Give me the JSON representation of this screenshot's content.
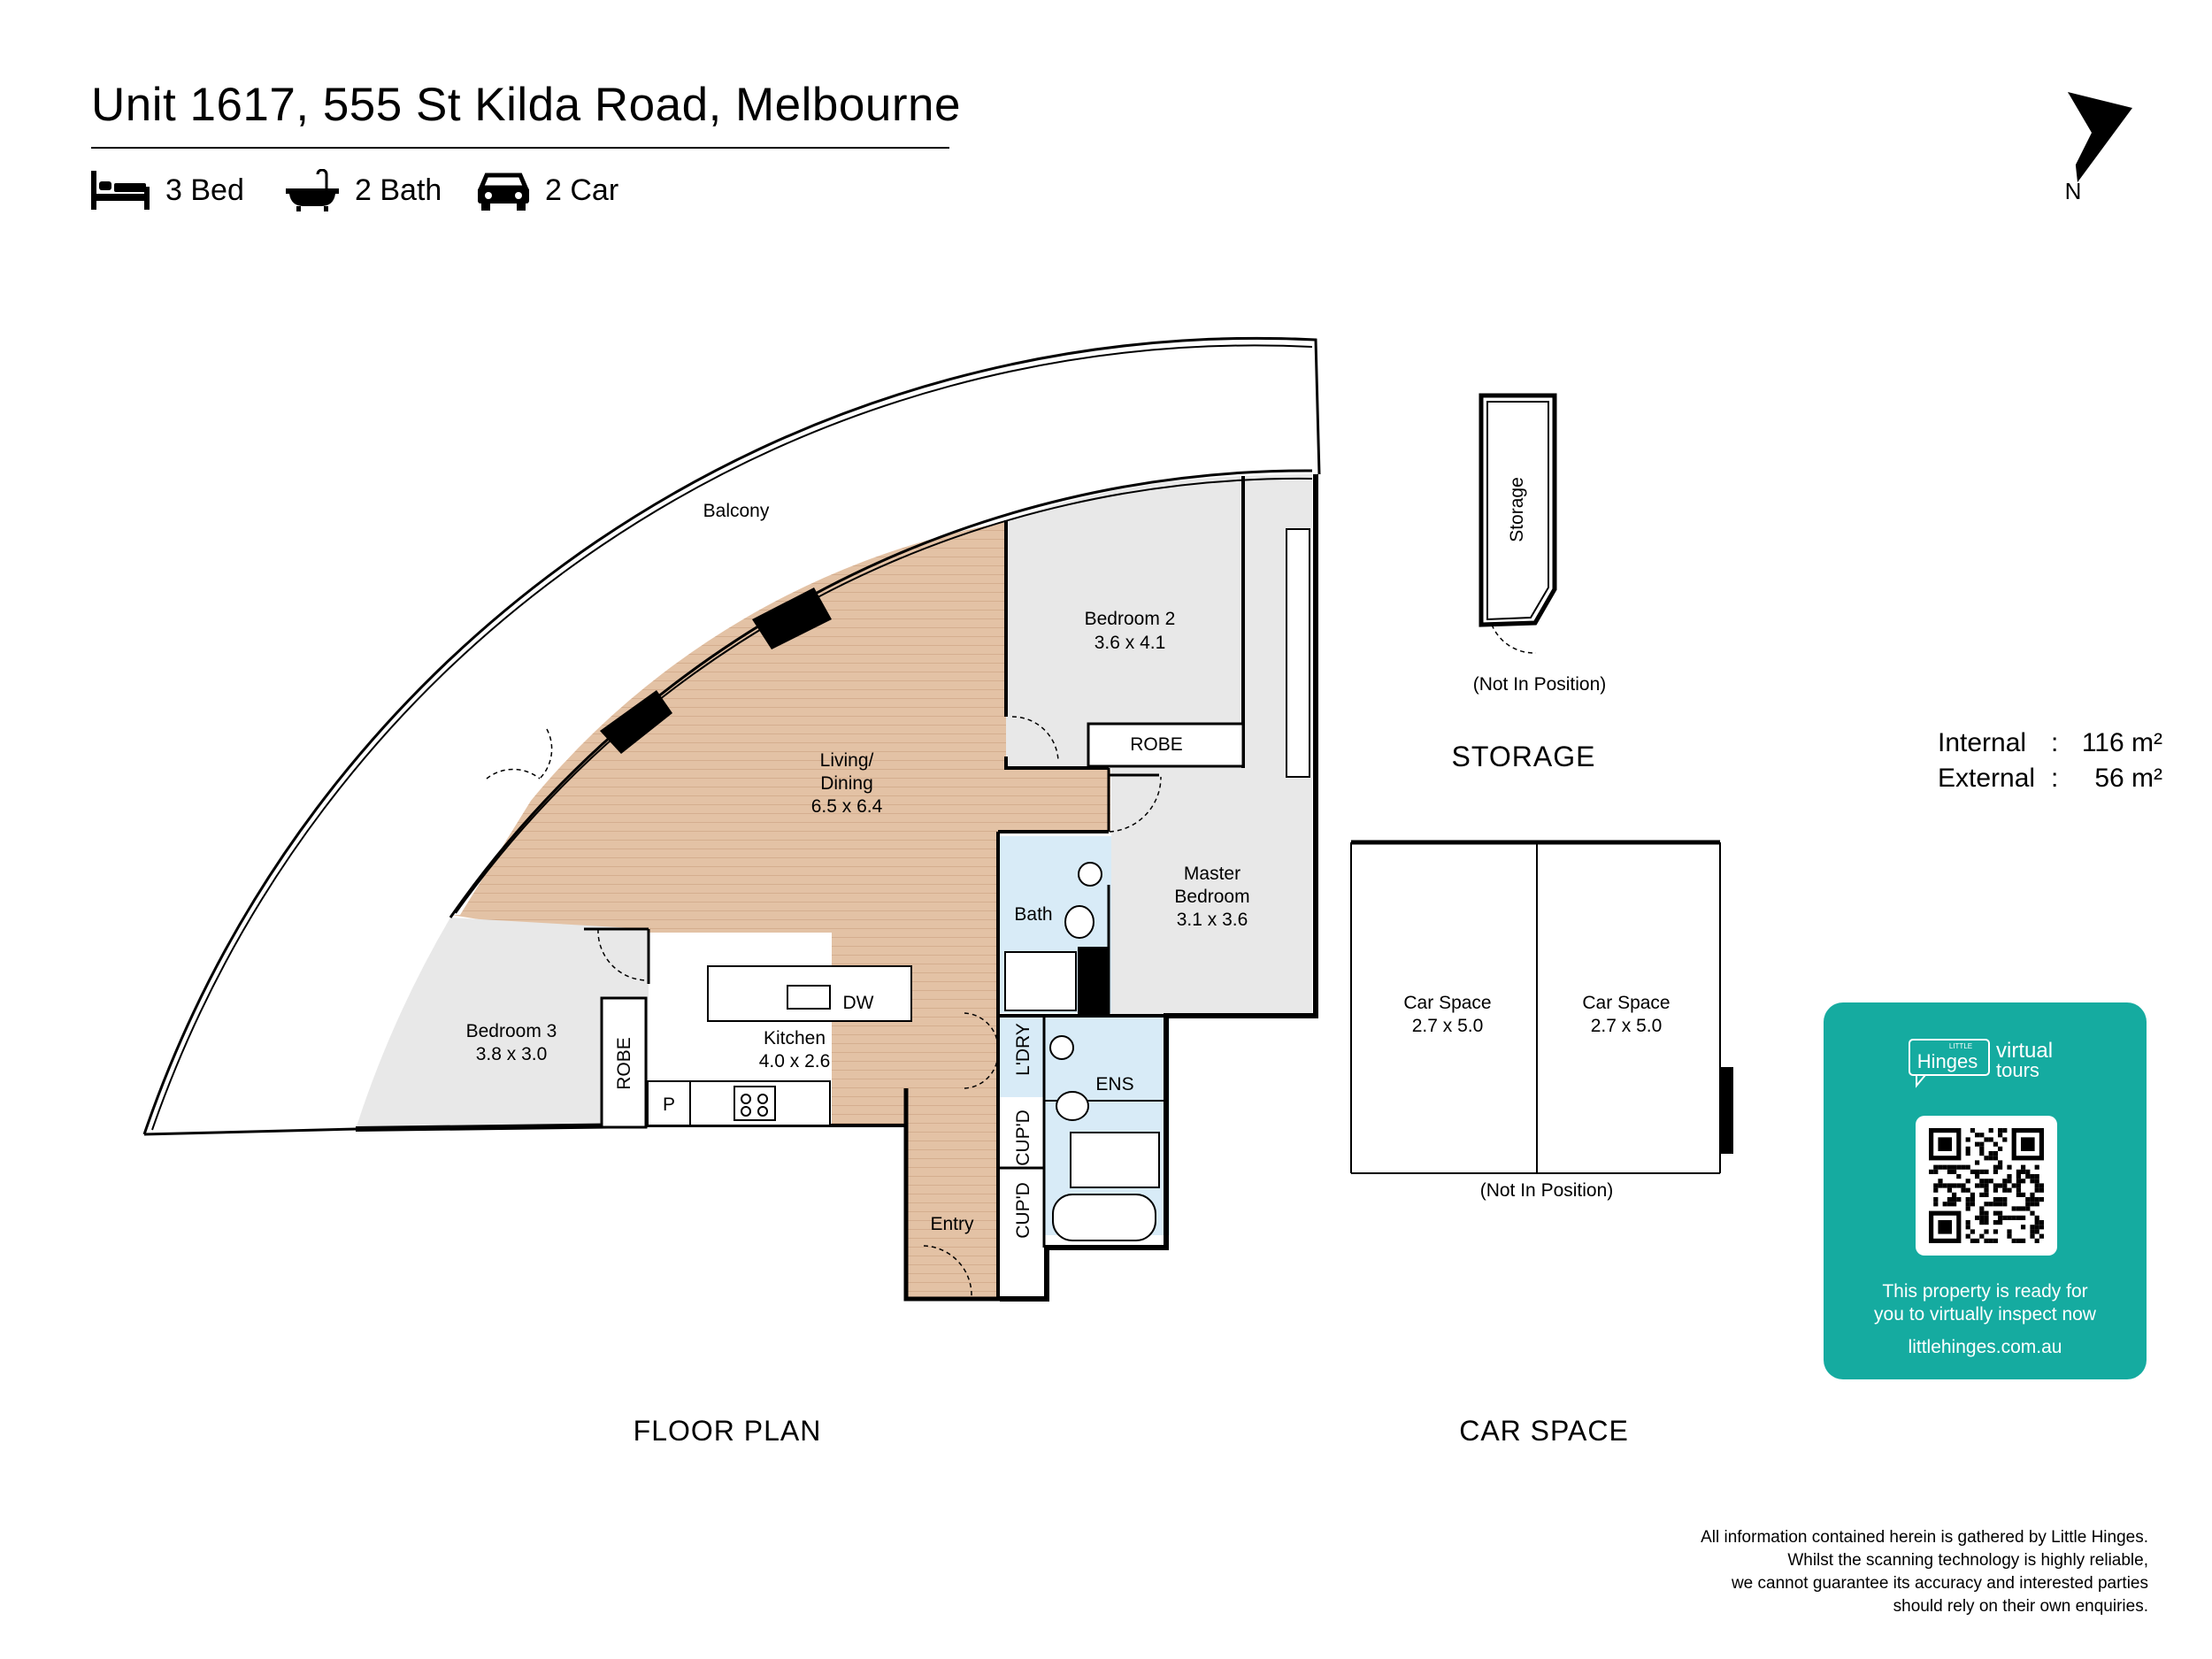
{
  "header": {
    "title": "Unit 1617, 555 St Kilda Road, Melbourne",
    "features": [
      {
        "icon": "bed-icon",
        "label": "3 Bed"
      },
      {
        "icon": "bathtub-icon",
        "label": "2 Bath"
      },
      {
        "icon": "car-icon",
        "label": "2 Car"
      }
    ]
  },
  "compass": {
    "label": "N"
  },
  "rooms": {
    "balcony": "Balcony",
    "bedroom2": {
      "name": "Bedroom 2",
      "size": "3.6 x 4.1"
    },
    "robe_bed2": "ROBE",
    "living": {
      "name_line1": "Living/",
      "name_line2": "Dining",
      "size": "6.5 x 6.4"
    },
    "master": {
      "name_line1": "Master",
      "name_line2": "Bedroom",
      "size": "3.1 x 3.6"
    },
    "bath": "Bath",
    "bedroom3": {
      "name": "Bedroom 3",
      "size": "3.8 x 3.0"
    },
    "robe_bed3": "ROBE",
    "kitchen": {
      "name": "Kitchen",
      "size": "4.0 x 2.6"
    },
    "dishwasher": "DW",
    "pantry": "P",
    "laundry": "L'DRY",
    "ensuite": "ENS",
    "cupd_1": "CUP'D",
    "cupd_2": "CUP'D",
    "entry": "Entry"
  },
  "storage": {
    "label": "Storage",
    "note": "(Not In Position)",
    "heading": "STORAGE"
  },
  "car_space": {
    "spaces": [
      {
        "name": "Car Space",
        "size": "2.7 x 5.0"
      },
      {
        "name": "Car Space",
        "size": "2.7 x 5.0"
      }
    ],
    "note": "(Not In Position)",
    "heading": "CAR SPACE"
  },
  "floor_plan_heading": "FLOOR PLAN",
  "areas": {
    "internal": {
      "label": "Internal",
      "value": "116 m²"
    },
    "external": {
      "label": "External",
      "value": "56 m²"
    }
  },
  "virtual_tour": {
    "logo_small": "LITTLE",
    "logo_brand": "Hinges",
    "logo_line1": "virtual",
    "logo_line2": "tours",
    "message_line1": "This property is ready for",
    "message_line2": "you to virtually inspect now",
    "url": "littlehinges.com.au",
    "color": "#15aba0"
  },
  "disclaimer": {
    "line1": "All information contained herein is gathered by Little Hinges.",
    "line2": "Whilst the scanning technology is highly reliable,",
    "line3": "we cannot guarantee its accuracy and interested parties",
    "line4": "should rely on their own enquiries."
  },
  "colors": {
    "wood_floor": "#e3c2a5",
    "carpet": "#e8e8e8",
    "wet_area": "#d8ebf7",
    "wall": "#000000",
    "brand_teal": "#15aba0"
  }
}
